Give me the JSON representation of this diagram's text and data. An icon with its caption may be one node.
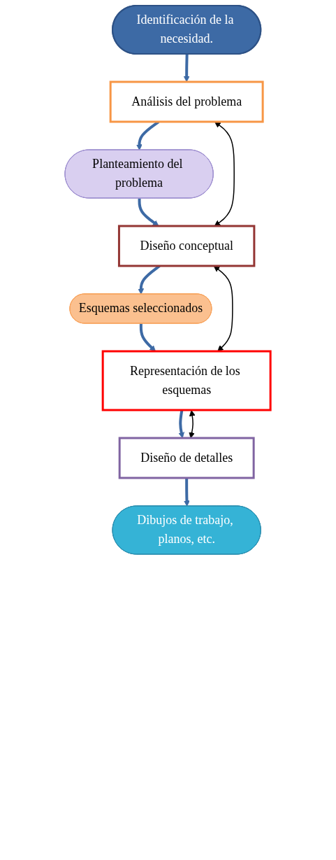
{
  "diagram": {
    "nodes": [
      {
        "text": [
          "Identificación de la necesidad."
        ]
      },
      {
        "text": [
          "Análisis del problema"
        ]
      },
      {
        "text": [
          "Planteamiento del problema"
        ]
      },
      {
        "text": [
          "Diseño conceptual"
        ]
      },
      {
        "text": [
          "Esquemas seleccionados"
        ]
      },
      {
        "text": [
          "Representación de los esquemas"
        ]
      },
      {
        "text": [
          "Diseño de detalles"
        ]
      },
      {
        "text": [
          "Dibujos de trabajo, planos, etc."
        ]
      }
    ],
    "edges": [
      {
        "from": 0,
        "to": 1,
        "arrow": "to"
      },
      {
        "from": 1,
        "to": 2,
        "arrow": "to"
      },
      {
        "from": 2,
        "to": 3,
        "arrow": "to"
      },
      {
        "from": 3,
        "to": 4,
        "arrow": "to"
      },
      {
        "from": 4,
        "to": 5,
        "arrow": "to"
      },
      {
        "from": 5,
        "to": 6,
        "arrow": "to"
      },
      {
        "from": 6,
        "to": 7,
        "arrow": "to"
      },
      {
        "from": 1,
        "to": 3,
        "arrow": "both",
        "color": "#000000"
      },
      {
        "from": 3,
        "to": 5,
        "arrow": "both",
        "color": "#000000"
      },
      {
        "from": 5,
        "to": 6,
        "arrow": "both",
        "color": "#000000"
      }
    ]
  }
}
